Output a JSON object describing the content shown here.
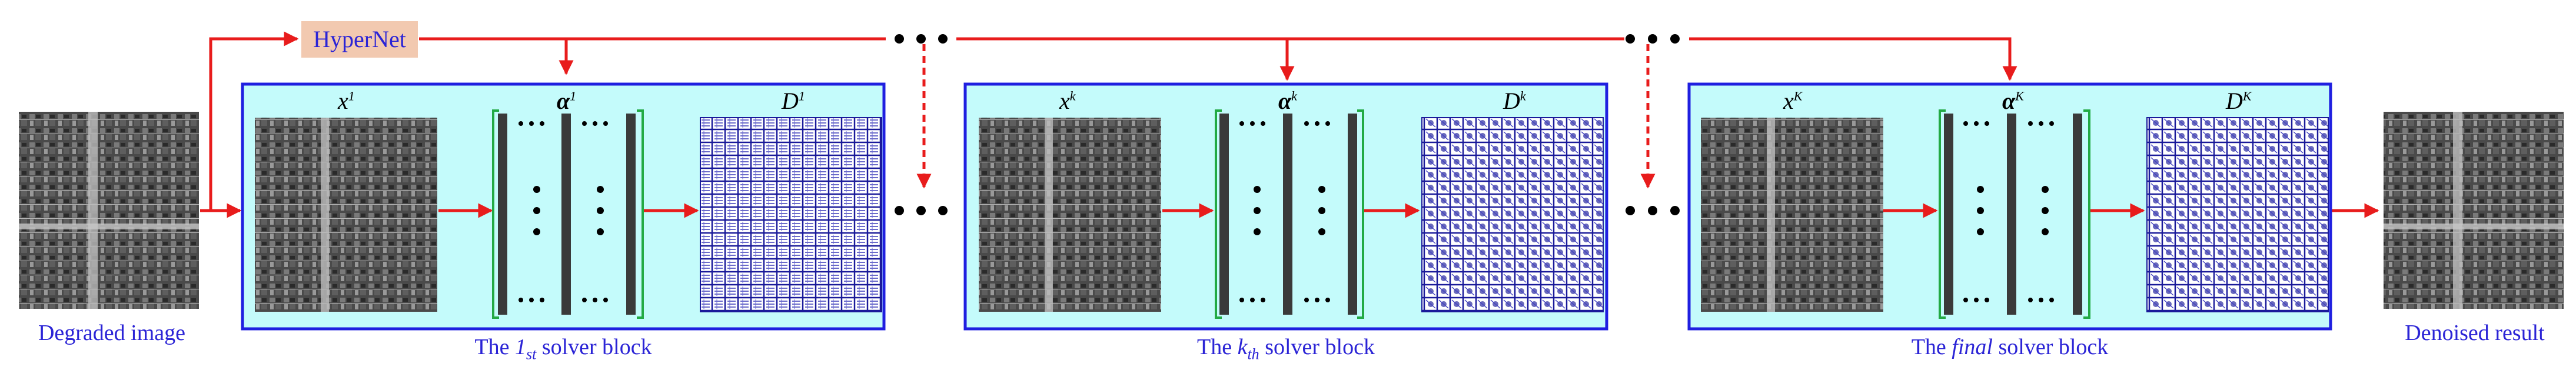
{
  "hypernet_label": "HyperNet",
  "input_caption": "Degraded image",
  "output_caption": "Denoised result",
  "blocks": [
    {
      "caption_prefix": "The ",
      "caption_index": "1",
      "caption_sub": "st",
      "caption_suffix": " solver block",
      "x_label": "x",
      "x_sup": "1",
      "alpha_label": "α",
      "alpha_sup": "1",
      "dict_label": "D",
      "dict_sup": "1"
    },
    {
      "caption_prefix": "The ",
      "caption_index": "k",
      "caption_sub": "th",
      "caption_suffix": " solver block",
      "x_label": "x",
      "x_sup": "k",
      "alpha_label": "α",
      "alpha_sup": "k",
      "dict_label": "D",
      "dict_sup": "k"
    },
    {
      "caption_prefix": "The ",
      "caption_index": "final",
      "caption_sub": "",
      "caption_suffix": " solver block",
      "x_label": "x",
      "x_sup": "K",
      "alpha_label": "α",
      "alpha_sup": "K",
      "dict_label": "D",
      "dict_sup": "K"
    }
  ],
  "colors": {
    "arrow": "#e81c1c",
    "block_fill": "#c4fbfb",
    "block_border": "#1f1fe0",
    "text": "#2b24d6",
    "hypernet_fill": "#f2c9b0",
    "bracket": "#22aa44",
    "bar": "#3a3a3a",
    "dict_line": "#1a1a9a"
  }
}
